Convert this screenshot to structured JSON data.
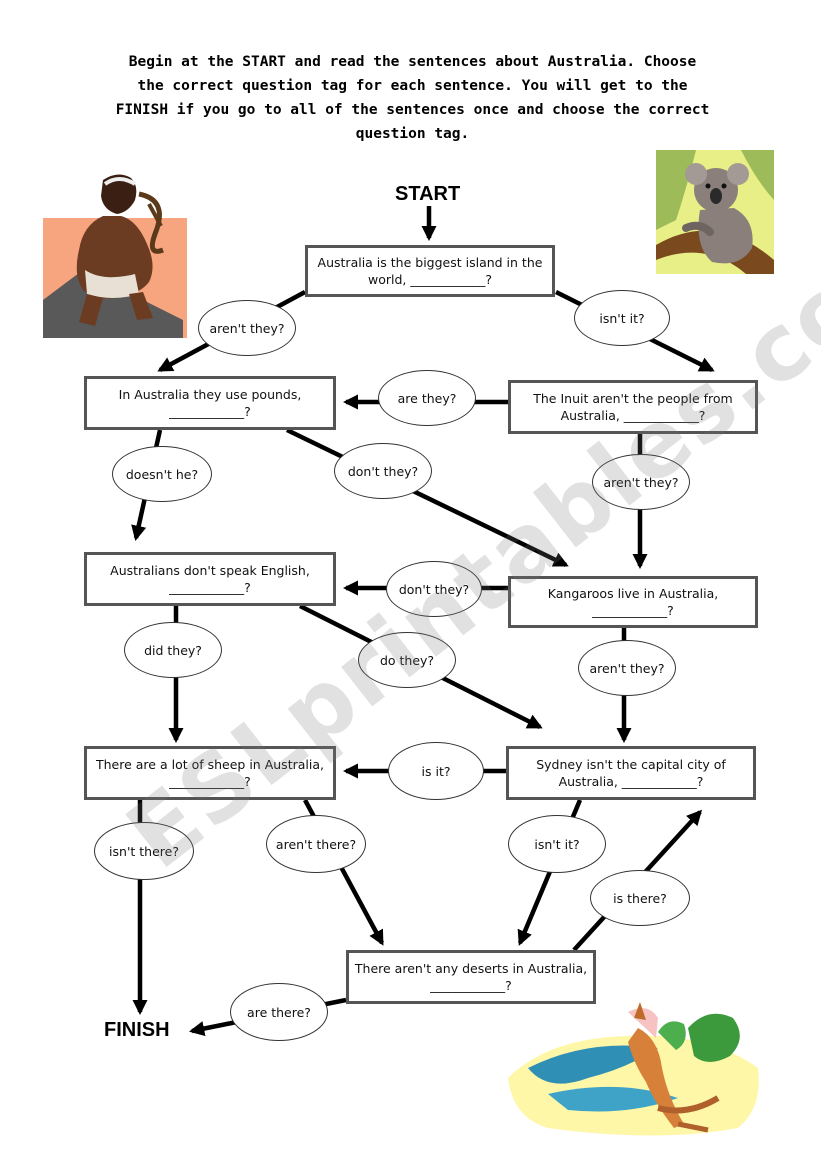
{
  "instructions": {
    "line1": "Begin at the START and read the sentences about Australia. Choose",
    "line2": "the correct question tag for each sentence. You will get to the",
    "line3": "FINISH if you go to all of the sentences once and choose the correct",
    "line4": "question tag."
  },
  "start_label": "START",
  "finish_label": "FINISH",
  "boxes": {
    "island": {
      "line1": "Australia is the biggest island in the",
      "line2": "world, ____________?"
    },
    "pounds": {
      "line1": "In Australia they use pounds,",
      "line2": "____________?"
    },
    "inuit": {
      "line1": "The Inuit aren't the people from",
      "line2": "Australia, ____________?"
    },
    "english": {
      "line1": "Australians don't speak English,",
      "line2": "____________?"
    },
    "kangaroos": {
      "line1": "Kangaroos live in Australia,",
      "line2": "____________?"
    },
    "sheep": {
      "line1": "There are a lot of sheep in Australia,",
      "line2": "____________?"
    },
    "sydney": {
      "line1": "Sydney isn't the capital city of",
      "line2": "Australia, ____________?"
    },
    "deserts": {
      "line1": "There aren't any deserts in Australia,",
      "line2": "____________?"
    }
  },
  "tags": {
    "arent_they_1": "aren't they?",
    "isnt_it_1": "isn't it?",
    "are_they": "are they?",
    "doesnt_he": "doesn't he?",
    "dont_they_1": "don't they?",
    "arent_they_2": "aren't they?",
    "dont_they_2": "don't they?",
    "did_they": "did they?",
    "do_they": "do they?",
    "arent_they_3": "aren't they?",
    "is_it": "is it?",
    "isnt_there": "isn't there?",
    "arent_there": "aren't there?",
    "isnt_it_2": "isn't it?",
    "is_there": "is there?",
    "are_there": "are there?"
  },
  "watermark": "ESLprintables.com"
}
